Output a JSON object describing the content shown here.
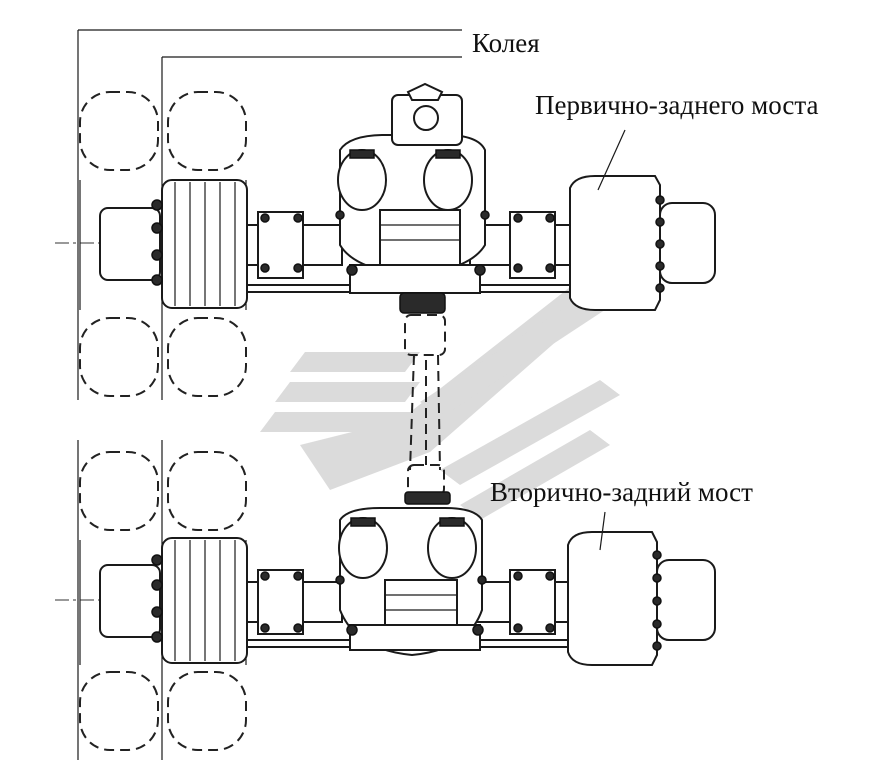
{
  "labels": {
    "track": "Колея",
    "front_axle": "Первично-заднего моста",
    "rear_axle": "Вторично-задний мост"
  },
  "colors": {
    "ink": "#1a1a1a",
    "watermark": "#c9c9c9",
    "background": "#ffffff"
  },
  "icons": {
    "watermark": "chevron-logo-watermark"
  }
}
